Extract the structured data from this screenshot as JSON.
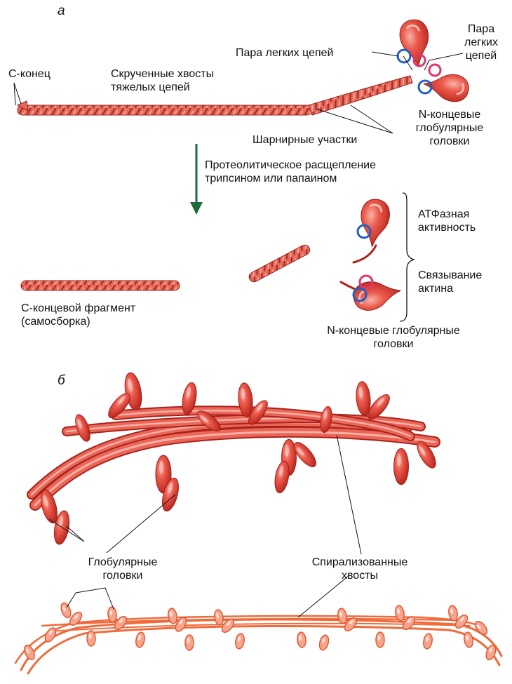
{
  "panel_a": {
    "letter": "а",
    "c_end": "С-конец",
    "twisted_tails": "Скрученные хвосты\nтяжелых цепей",
    "light_chains_left": "Пара легких цепей",
    "light_chains_right": "Пара\nлегких\nцепей",
    "n_heads": "N-концевые\nглобулярные\nголовки",
    "hinge": "Шарнирные участки",
    "cleavage": "Протеолитическое расщепление\nтрипсином или папаином",
    "atpase": "АТФазная\nактивность",
    "actin_binding": "Связывание\nактина",
    "c_fragment": "С-концевой фрагмент\n(самосборка)",
    "n_fragment_heads": "N-концевые глобулярные\nголовки"
  },
  "panel_b": {
    "letter": "б",
    "globular_heads": "Глобулярные\nголовки",
    "coiled_tails": "Спирализованные\nхвосты"
  },
  "colors": {
    "muscle_red": "#e8453c",
    "muscle_dark": "#b01e16",
    "muscle_light": "#f4a09a",
    "light_chain_blue": "#1f5fc6",
    "light_chain_pink": "#e0356e",
    "arrow_green": "#1e6b3a",
    "filament_orange": "#f06a3a"
  }
}
